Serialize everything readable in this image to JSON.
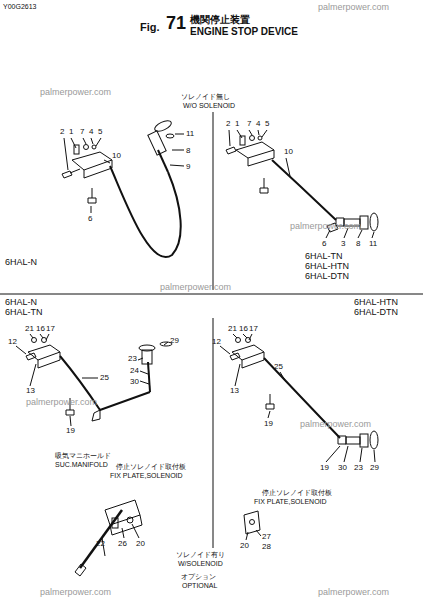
{
  "diagram": {
    "title": "ENGINE STOP DEVICE",
    "labels": [
      "Y00G2613",
      "Fig.",
      "71",
      "機関停止装置",
      "palmerpower.com",
      "palmerpower.com",
      "palmerpower.com",
      "palmerpower.com",
      "palmerpower.com",
      "palmerpower.com",
      "palmerpower.com",
      "palmerpower.com",
      "ソレノイド無し",
      "W/O SOLENOID",
      "2",
      "1",
      "7",
      "4",
      "5",
      "11",
      "8",
      "9",
      "10",
      "6",
      "2",
      "1",
      "7",
      "4",
      "5",
      "10",
      "6",
      "3",
      "8",
      "11",
      "6HAL-N",
      "6HAL-TN",
      "6HAL-HTN",
      "6HAL-DTN",
      "6HAL-N",
      "6HAL-TN",
      "6HAL-HTN",
      "6HAL-DTN",
      "12",
      "21",
      "16",
      "17",
      "29",
      "23",
      "24",
      "30",
      "25",
      "13",
      "19",
      "吸気マニホールド",
      "SUC.MANIFOLD",
      "停止ソレノイド取付板",
      "FIX PLATE,SOLENOID",
      "22",
      "26",
      "20",
      "12",
      "21",
      "16",
      "17",
      "13",
      "25",
      "19",
      "19",
      "30",
      "23",
      "29",
      "停止ソレノイド取付板",
      "FIX PLATE,SOLENOID",
      "20",
      "27",
      "28",
      "ソレノイド有り",
      "W/SOLENOID",
      "オプション",
      "OPTIONAL"
    ]
  }
}
